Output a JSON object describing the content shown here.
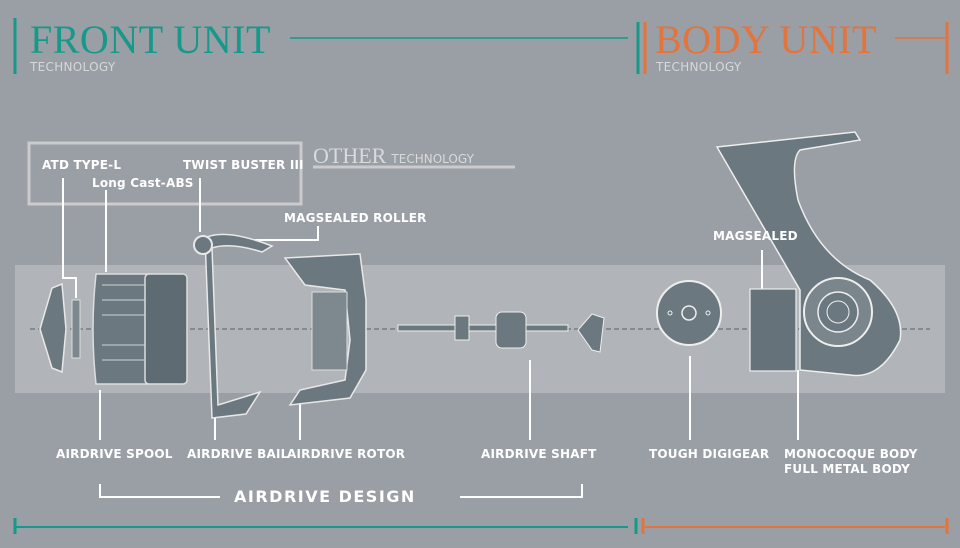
{
  "front_unit": {
    "title": "FRONT UNIT",
    "subtitle": "TECHNOLOGY"
  },
  "body_unit": {
    "title": "BODY UNIT",
    "subtitle": "TECHNOLOGY"
  },
  "other_technology": {
    "title": "OTHER",
    "subtitle": "TECHNOLOGY",
    "items": [
      "ATD TYPE-L",
      "Long Cast-ABS",
      "TWIST BUSTER III"
    ]
  },
  "callouts": {
    "magsealed_roller": "MAGSEALED ROLLER",
    "magsealed": "MAGSEALED"
  },
  "parts": {
    "spool": "AIRDRIVE SPOOL",
    "bail": "AIRDRIVE BAIL",
    "rotor": "AIRDRIVE ROTOR",
    "shaft": "AIRDRIVE SHAFT",
    "digigear": "TOUGH DIGIGEAR",
    "body_1": "MONOCOQUE BODY",
    "body_2": "FULL METAL BODY"
  },
  "group": {
    "airdrive": "AIRDRIVE DESIGN"
  },
  "colors": {
    "teal": "#16998a",
    "orange": "#e2743c",
    "background": "#9a9ea5",
    "part": "#6b7880"
  }
}
